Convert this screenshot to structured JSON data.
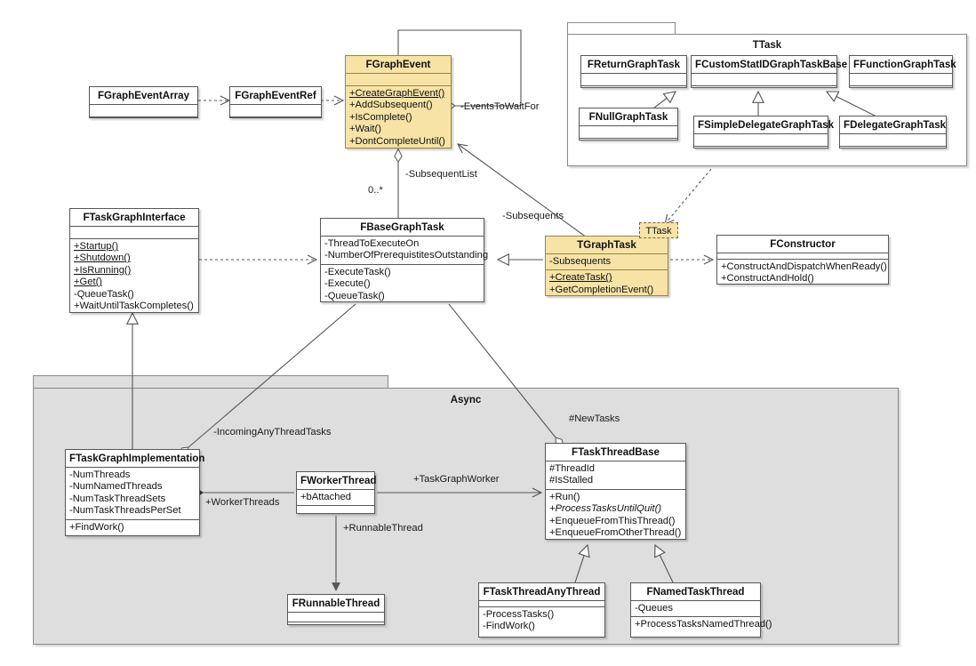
{
  "diagram": {
    "title": "UML class diagram of the Unreal TaskGraph system",
    "colors": {
      "yellow_fill": "#f7e3a6",
      "yellow_border": "#9a8545",
      "white_fill": "#ffffff",
      "box_border": "#575757",
      "package_fill": "#dedede",
      "package_border": "#8a8a8a",
      "line": "#555555"
    }
  },
  "packages": [
    {
      "name": "ttask-package",
      "label": "TTask"
    },
    {
      "name": "async-package",
      "label": "Async"
    }
  ],
  "classes": {
    "fgrapheventarray": {
      "title": "FGraphEventArray",
      "attributes": [],
      "operations": []
    },
    "fgrapheventref": {
      "title": "FGraphEventRef",
      "attributes": [],
      "operations": []
    },
    "fgraphevent": {
      "title": "FGraphEvent",
      "attributes": [],
      "operations": [
        {
          "text": "+CreateGraphEvent()",
          "underline": true,
          "italic": false
        },
        {
          "text": "+AddSubsequent()",
          "underline": false,
          "italic": false
        },
        {
          "text": "+IsComplete()",
          "underline": false,
          "italic": false
        },
        {
          "text": "+Wait()",
          "underline": false,
          "italic": false
        },
        {
          "text": "+DontCompleteUntil()",
          "underline": false,
          "italic": false
        }
      ]
    },
    "ftaskgraphinterface": {
      "title": "FTaskGraphInterface",
      "attributes": [],
      "operations": [
        {
          "text": "+Startup()",
          "underline": true,
          "italic": false
        },
        {
          "text": "+Shutdown()",
          "underline": true,
          "italic": false
        },
        {
          "text": "+IsRunning()",
          "underline": true,
          "italic": false
        },
        {
          "text": "+Get()",
          "underline": true,
          "italic": false
        },
        {
          "text": "-QueueTask()",
          "underline": false,
          "italic": false
        },
        {
          "text": "+WaitUntilTaskCompletes()",
          "underline": false,
          "italic": false
        }
      ]
    },
    "fbasegraphtask": {
      "title": "FBaseGraphTask",
      "attributes": [
        {
          "text": "-ThreadToExecuteOn",
          "underline": false,
          "italic": false
        },
        {
          "text": "-NumberOfPrerequistitesOutstanding",
          "underline": false,
          "italic": false
        }
      ],
      "operations": [
        {
          "text": "-ExecuteTask()",
          "underline": false,
          "italic": false
        },
        {
          "text": "-Execute()",
          "underline": false,
          "italic": false
        },
        {
          "text": "-QueueTask()",
          "underline": false,
          "italic": false
        }
      ]
    },
    "tgraphtask": {
      "title": "TGraphTask",
      "template_param": "TTask",
      "attributes": [
        {
          "text": "-Subsequents",
          "underline": false,
          "italic": false
        }
      ],
      "operations": [
        {
          "text": "+CreateTask()",
          "underline": true,
          "italic": false
        },
        {
          "text": "+GetCompletionEvent()",
          "underline": false,
          "italic": false
        }
      ]
    },
    "fconstructor": {
      "title": "FConstructor",
      "attributes": [],
      "operations": [
        {
          "text": "+ConstructAndDispatchWhenReady()",
          "underline": false,
          "italic": false
        },
        {
          "text": "+ConstructAndHold()",
          "underline": false,
          "italic": false
        }
      ]
    },
    "freturngraphtask": {
      "title": "FReturnGraphTask",
      "attributes": [],
      "operations": []
    },
    "fcustomstatidgraphtaskbase": {
      "title": "FCustomStatIDGraphTaskBase",
      "attributes": [],
      "operations": []
    },
    "ffunctiongraphtask": {
      "title": "FFunctionGraphTask",
      "attributes": [],
      "operations": []
    },
    "fnullgraphtask": {
      "title": "FNullGraphTask",
      "attributes": [],
      "operations": []
    },
    "fsimpledelegategraphtask": {
      "title": "FSimpleDelegateGraphTask",
      "attributes": [],
      "operations": []
    },
    "fdelegategraphtask": {
      "title": "FDelegateGraphTask",
      "attributes": [],
      "operations": []
    },
    "ftaskgraphimplementation": {
      "title": "FTaskGraphImplementation",
      "attributes": [
        {
          "text": "-NumThreads",
          "underline": false,
          "italic": false
        },
        {
          "text": "-NumNamedThreads",
          "underline": false,
          "italic": false
        },
        {
          "text": "-NumTaskThreadSets",
          "underline": false,
          "italic": false
        },
        {
          "text": "-NumTaskThreadsPerSet",
          "underline": false,
          "italic": false
        }
      ],
      "operations": [
        {
          "text": "+FindWork()",
          "underline": false,
          "italic": false
        }
      ]
    },
    "fworkerthread": {
      "title": "FWorkerThread",
      "attributes": [
        {
          "text": "+bAttached",
          "underline": false,
          "italic": false
        }
      ],
      "operations": []
    },
    "frunnablethread": {
      "title": "FRunnableThread",
      "attributes": [],
      "operations": []
    },
    "ftaskthreadbase": {
      "title": "FTaskThreadBase",
      "attributes": [
        {
          "text": "#ThreadId",
          "underline": false,
          "italic": false
        },
        {
          "text": "#IsStalled",
          "underline": false,
          "italic": false
        }
      ],
      "operations": [
        {
          "text": "+Run()",
          "underline": false,
          "italic": false
        },
        {
          "text": "+ProcessTasksUntilQuit()",
          "underline": false,
          "italic": true
        },
        {
          "text": "+EnqueueFromThisThread()",
          "underline": false,
          "italic": false
        },
        {
          "text": "+EnqueueFromOtherThread()",
          "underline": false,
          "italic": false
        }
      ]
    },
    "ftaskthreadanythread": {
      "title": "FTaskThreadAnyThread",
      "attributes": [],
      "operations": [
        {
          "text": "-ProcessTasks()",
          "underline": false,
          "italic": false
        },
        {
          "text": "-FindWork()",
          "underline": false,
          "italic": false
        }
      ]
    },
    "fnamedtaskthread": {
      "title": "FNamedTaskThread",
      "attributes": [
        {
          "text": "-Queues",
          "underline": false,
          "italic": false
        }
      ],
      "operations": [
        {
          "text": "+ProcessTasksNamedThread()",
          "underline": false,
          "italic": false
        }
      ]
    }
  },
  "edge_labels": [
    {
      "name": "edge-label-events-to-wait-for",
      "text": "-EventsToWaitFor"
    },
    {
      "name": "edge-label-subsequent-list",
      "text": "-SubsequentList"
    },
    {
      "name": "edge-label-multiplicity-zero-many",
      "text": "0..*"
    },
    {
      "name": "edge-label-subsequents",
      "text": "-Subsequents"
    },
    {
      "name": "edge-label-incoming-any-thread-tasks",
      "text": "-IncomingAnyThreadTasks"
    },
    {
      "name": "edge-label-new-tasks",
      "text": "#NewTasks"
    },
    {
      "name": "edge-label-worker-threads",
      "text": "+WorkerThreads"
    },
    {
      "name": "edge-label-task-graph-worker",
      "text": "+TaskGraphWorker"
    },
    {
      "name": "edge-label-runnable-thread",
      "text": "+RunnableThread"
    }
  ]
}
